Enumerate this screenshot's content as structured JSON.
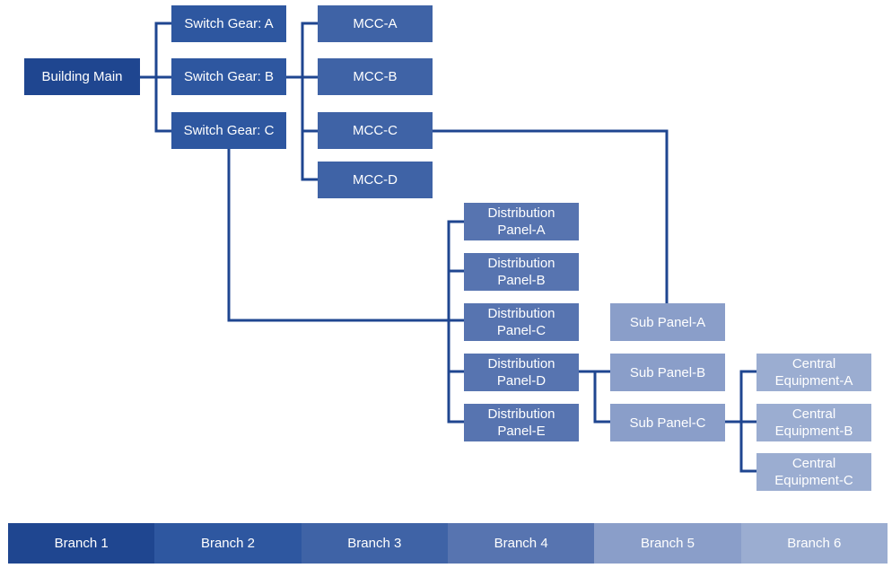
{
  "colors": {
    "wire": "#1f4690",
    "branch_1": "#1f4690",
    "branch_2": "#2e57a0",
    "branch_3": "#3f63a6",
    "branch_4": "#5774b0",
    "branch_5": "#8a9ec9",
    "branch_6": "#9badd1"
  },
  "nodes": {
    "building_main": "Building Main",
    "switch_gear_a": "Switch Gear: A",
    "switch_gear_b": "Switch Gear: B",
    "switch_gear_c": "Switch Gear: C",
    "mcc_a": "MCC-A",
    "mcc_b": "MCC-B",
    "mcc_c": "MCC-C",
    "mcc_d": "MCC-D",
    "distribution_panel_a": "Distribution\nPanel-A",
    "distribution_panel_b": "Distribution\nPanel-B",
    "distribution_panel_c": "Distribution\nPanel-C",
    "distribution_panel_d": "Distribution\nPanel-D",
    "distribution_panel_e": "Distribution\nPanel-E",
    "sub_panel_a": "Sub Panel-A",
    "sub_panel_b": "Sub Panel-B",
    "sub_panel_c": "Sub Panel-C",
    "central_equipment_a": "Central\nEquipment-A",
    "central_equipment_b": "Central\nEquipment-B",
    "central_equipment_c": "Central\nEquipment-C"
  },
  "connections": [
    [
      "building_main",
      "switch_gear_a"
    ],
    [
      "building_main",
      "switch_gear_b"
    ],
    [
      "building_main",
      "switch_gear_c"
    ],
    [
      "switch_gear_b",
      "mcc_a"
    ],
    [
      "switch_gear_b",
      "mcc_b"
    ],
    [
      "switch_gear_b",
      "mcc_c"
    ],
    [
      "switch_gear_b",
      "mcc_d"
    ],
    [
      "switch_gear_c",
      "distribution_panel_a"
    ],
    [
      "switch_gear_c",
      "distribution_panel_b"
    ],
    [
      "switch_gear_c",
      "distribution_panel_c"
    ],
    [
      "switch_gear_c",
      "distribution_panel_d"
    ],
    [
      "switch_gear_c",
      "distribution_panel_e"
    ],
    [
      "mcc_c",
      "sub_panel_a"
    ],
    [
      "distribution_panel_d",
      "sub_panel_b"
    ],
    [
      "distribution_panel_d",
      "sub_panel_c"
    ],
    [
      "sub_panel_c",
      "central_equipment_a"
    ],
    [
      "sub_panel_c",
      "central_equipment_b"
    ],
    [
      "sub_panel_c",
      "central_equipment_c"
    ]
  ],
  "legend": [
    "Branch 1",
    "Branch 2",
    "Branch 3",
    "Branch 4",
    "Branch 5",
    "Branch 6"
  ]
}
